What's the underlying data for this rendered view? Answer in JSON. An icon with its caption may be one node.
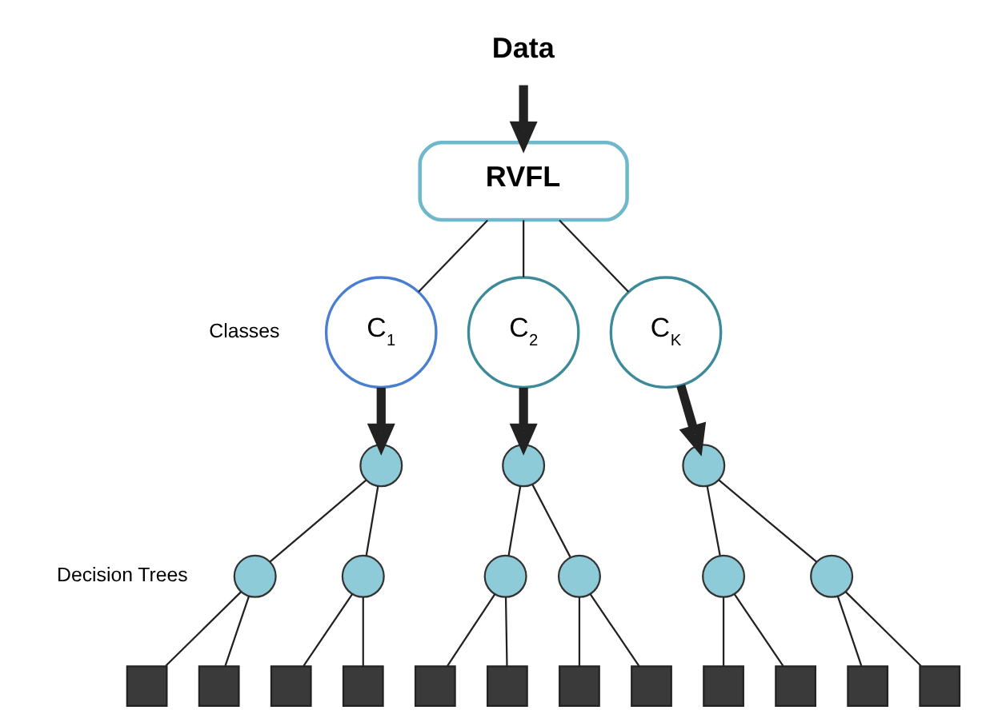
{
  "diagram": {
    "nodes": [
      {
        "text": [
          "Data"
        ]
      },
      {
        "text": [
          "RVFL"
        ]
      },
      {
        "text": [
          "C$_{1}$"
        ]
      },
      {
        "text": [
          "C$_{2}$"
        ]
      },
      {
        "text": [
          "C$_{K}$"
        ]
      },
      {
        "text": [],
        "shape": "circle"
      },
      {
        "text": [],
        "shape": "circle"
      },
      {
        "text": [],
        "shape": "circle"
      },
      {
        "text": [],
        "shape": "circle"
      },
      {
        "text": [],
        "shape": "circle"
      },
      {
        "text": [],
        "shape": "circle"
      },
      {
        "text": [],
        "shape": "circle"
      },
      {
        "text": [],
        "shape": "circle"
      },
      {
        "text": [],
        "shape": "circle"
      },
      {
        "text": [],
        "shape": "box"
      },
      {
        "text": [],
        "shape": "box"
      },
      {
        "text": [],
        "shape": "box"
      },
      {
        "text": [],
        "shape": "box"
      },
      {
        "text": [],
        "shape": "box"
      },
      {
        "text": [],
        "shape": "box"
      },
      {
        "text": [],
        "shape": "box"
      },
      {
        "text": [],
        "shape": "box"
      },
      {
        "text": [],
        "shape": "box"
      },
      {
        "text": [],
        "shape": "box"
      },
      {
        "text": [],
        "shape": "box"
      },
      {
        "text": [],
        "shape": "box"
      }
    ],
    "edges": [
      {
        "from": 0,
        "to": 1,
        "arrow": "to",
        "style": "thick"
      },
      {
        "from": 1,
        "to": 2,
        "arrow": "none"
      },
      {
        "from": 1,
        "to": 3,
        "arrow": "none"
      },
      {
        "from": 1,
        "to": 4,
        "arrow": "none"
      },
      {
        "from": 2,
        "to": 5,
        "arrow": "to",
        "style": "thick"
      },
      {
        "from": 3,
        "to": 6,
        "arrow": "to",
        "style": "thick"
      },
      {
        "from": 4,
        "to": 7,
        "arrow": "to",
        "style": "thick"
      },
      {
        "from": 5,
        "to": 8,
        "arrow": "none"
      },
      {
        "from": 5,
        "to": 9,
        "arrow": "none"
      },
      {
        "from": 6,
        "to": 10,
        "arrow": "none"
      },
      {
        "from": 6,
        "to": 11,
        "arrow": "none"
      },
      {
        "from": 7,
        "to": 12,
        "arrow": "none"
      },
      {
        "from": 7,
        "to": 13,
        "arrow": "none"
      },
      {
        "from": 8,
        "to": 14,
        "arrow": "none"
      },
      {
        "from": 8,
        "to": 15,
        "arrow": "none"
      },
      {
        "from": 9,
        "to": 16,
        "arrow": "none"
      },
      {
        "from": 9,
        "to": 17,
        "arrow": "none"
      },
      {
        "from": 10,
        "to": 18,
        "arrow": "none"
      },
      {
        "from": 10,
        "to": 19,
        "arrow": "none"
      },
      {
        "from": 11,
        "to": 20,
        "arrow": "none"
      },
      {
        "from": 11,
        "to": 21,
        "arrow": "none"
      },
      {
        "from": 12,
        "to": 22,
        "arrow": "none"
      },
      {
        "from": 12,
        "to": 23,
        "arrow": "none"
      },
      {
        "from": 13,
        "to": 24,
        "arrow": "none"
      },
      {
        "from": 13,
        "to": 25,
        "arrow": "none"
      }
    ],
    "labels": [
      "Classes",
      "Decision Trees"
    ]
  }
}
